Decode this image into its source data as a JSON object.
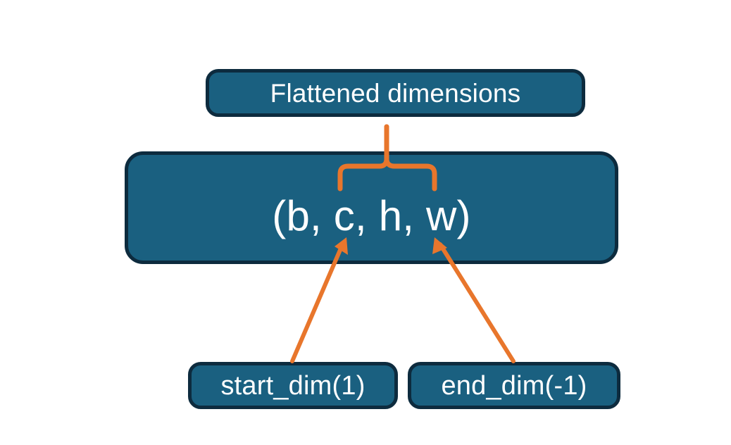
{
  "diagram": {
    "title_node": {
      "label": "Flattened dimensions"
    },
    "shape_node": {
      "label": "(b, c, h, w)",
      "dims": [
        "b",
        "c",
        "h",
        "w"
      ]
    },
    "argument_nodes": [
      {
        "label": "start_dim(1)",
        "value": "1",
        "points_to_dim": "c"
      },
      {
        "label": "end_dim(-1)",
        "value": "-1",
        "points_to_dim": "w"
      }
    ],
    "brace": {
      "semantic": "curly-brace-spanning-flattened-dims",
      "spans_dims": [
        "c",
        "h",
        "w"
      ],
      "connects_to": "Flattened dimensions"
    },
    "colors": {
      "node_fill": "#1A6080",
      "node_border": "#0D2B3E",
      "node_text": "#FFFFFF",
      "annotation": "#E8762C",
      "background": "#FFFFFF"
    }
  }
}
